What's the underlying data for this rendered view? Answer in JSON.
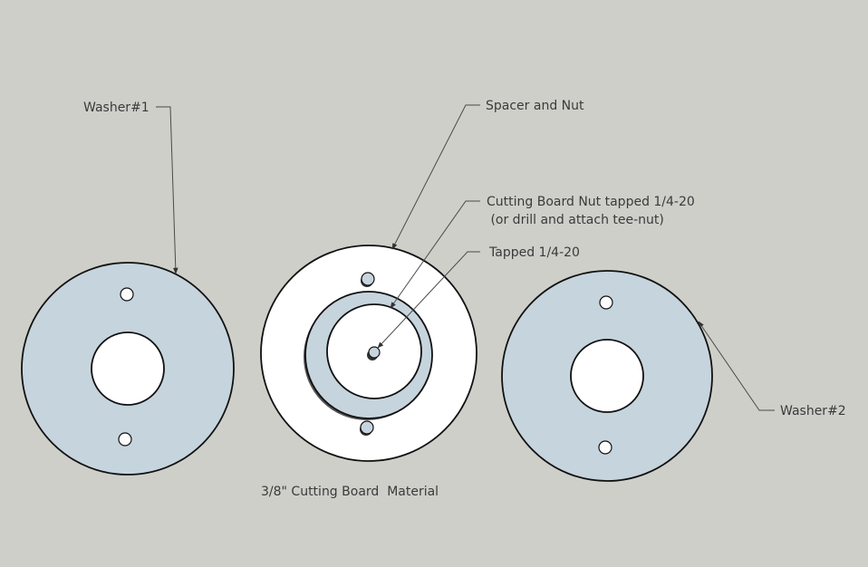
{
  "labels": {
    "washer1": "Washer#1",
    "spacer_nut": "Spacer and Nut",
    "cutting_board_nut_line1": "Cutting Board Nut tapped 1/4-20",
    "cutting_board_nut_line2": " (or drill and attach tee-nut)",
    "tapped": "Tapped 1/4-20",
    "washer2": "Washer#2",
    "caption": "3/8\" Cutting Board  Material"
  },
  "colors": {
    "background": "#cfcfca",
    "washer_fill": "#c6d4dd",
    "board_fill": "#ffffff",
    "edge": "#111111"
  }
}
